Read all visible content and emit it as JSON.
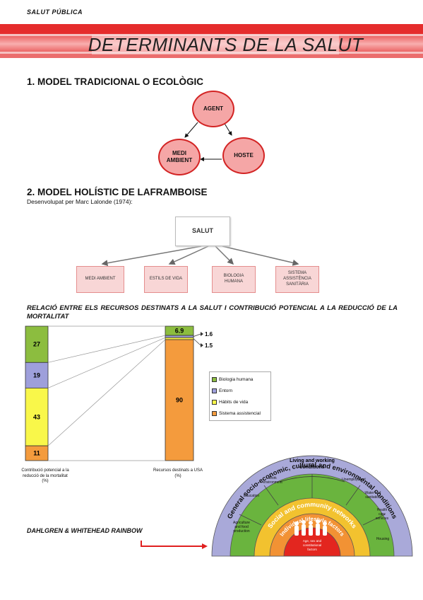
{
  "header": {
    "label": "SALUT PÚBLICA"
  },
  "page_title": "DETERMINANTS DE LA SALUT",
  "section1": {
    "title": "1. MODEL TRADICIONAL O ECOLÒGIC",
    "nodes": {
      "agent": "AGENT",
      "hoste": "HOSTE",
      "medi_line1": "MEDI",
      "medi_line2": "AMBIENT"
    }
  },
  "section2": {
    "title": "2. MODEL HOLÍSTIC DE LAFRAMBOISE",
    "subtitle": "Desenvolupat per Marc Lalonde (1974):",
    "root": "SALUT",
    "children": [
      {
        "line1": "MEDI AMBIENT",
        "line2": "",
        "line3": ""
      },
      {
        "line1": "ESTILS DE VIDA",
        "line2": "",
        "line3": ""
      },
      {
        "line1": "BIOLOGIA",
        "line2": "HUMANA",
        "line3": ""
      },
      {
        "line1": "SISTEMA",
        "line2": "ASSISTÈNCIA",
        "line3": "SANITÀRIA"
      }
    ]
  },
  "relation_title": "RELACIÓ ENTRE ELS RECURSOS DESTINATS A LA SALUT I CONTRIBUCIÓ POTENCIAL A LA REDUCCIÓ DE LA MORTALITAT",
  "chart_data": {
    "type": "bar",
    "stacked": true,
    "categories": [
      "Contribució potencial a la reducció de la mortalitat (%)",
      "Recursos destinats a USA (%)"
    ],
    "category_labels": [
      {
        "line1": "Contribució potencial a la",
        "line2": "reducció de la mortalitat",
        "line3": "(%)"
      },
      {
        "line1": "Recursos destinats a USA",
        "line2": "(%)",
        "line3": ""
      }
    ],
    "series": [
      {
        "name": "Biologia humana",
        "color": "#8cbd3f",
        "values": [
          27,
          6.9
        ]
      },
      {
        "name": "Entorn",
        "color": "#9e9fdb",
        "values": [
          19,
          1.6
        ]
      },
      {
        "name": "Hàbits de vida",
        "color": "#f9f74a",
        "values": [
          43,
          1.5
        ]
      },
      {
        "name": "Sistema assistencial",
        "color": "#f49b3d",
        "values": [
          11,
          90
        ]
      }
    ],
    "data_labels": {
      "bar1": [
        "27",
        "19",
        "43",
        "11"
      ],
      "bar2": [
        "6.9",
        "1.6",
        "1.5",
        "90"
      ]
    },
    "ylim": [
      0,
      100
    ],
    "legend_position": "right"
  },
  "rainbow": {
    "title": "DAHLGREN & WHITEHEAD RAINBOW",
    "outer_label": "General socio-economic, cultural and environmental conditions",
    "living_label_1": "Living and working",
    "living_label_2": "conditions",
    "social_label": "Social and community networks",
    "individual_label": "Individual lifestyle factors",
    "segments": {
      "work_1": "Work",
      "work_2": "environment",
      "education": "Education",
      "agri_1": "Agriculture",
      "agri_2": "and food",
      "agri_3": "production",
      "unemployment": "Unemployment",
      "water_1": "Water and",
      "water_2": "sanitation",
      "health_1": "Health",
      "health_2": "care",
      "health_3": "services",
      "housing": "Housing"
    },
    "core_1": "Age, sex and",
    "core_2": "constitutional",
    "core_3": "factors",
    "colors": {
      "outer": "#a9a9d9",
      "living": "#6ab43e",
      "social": "#f2c22f",
      "individual": "#f29234",
      "core": "#e3261f"
    }
  }
}
